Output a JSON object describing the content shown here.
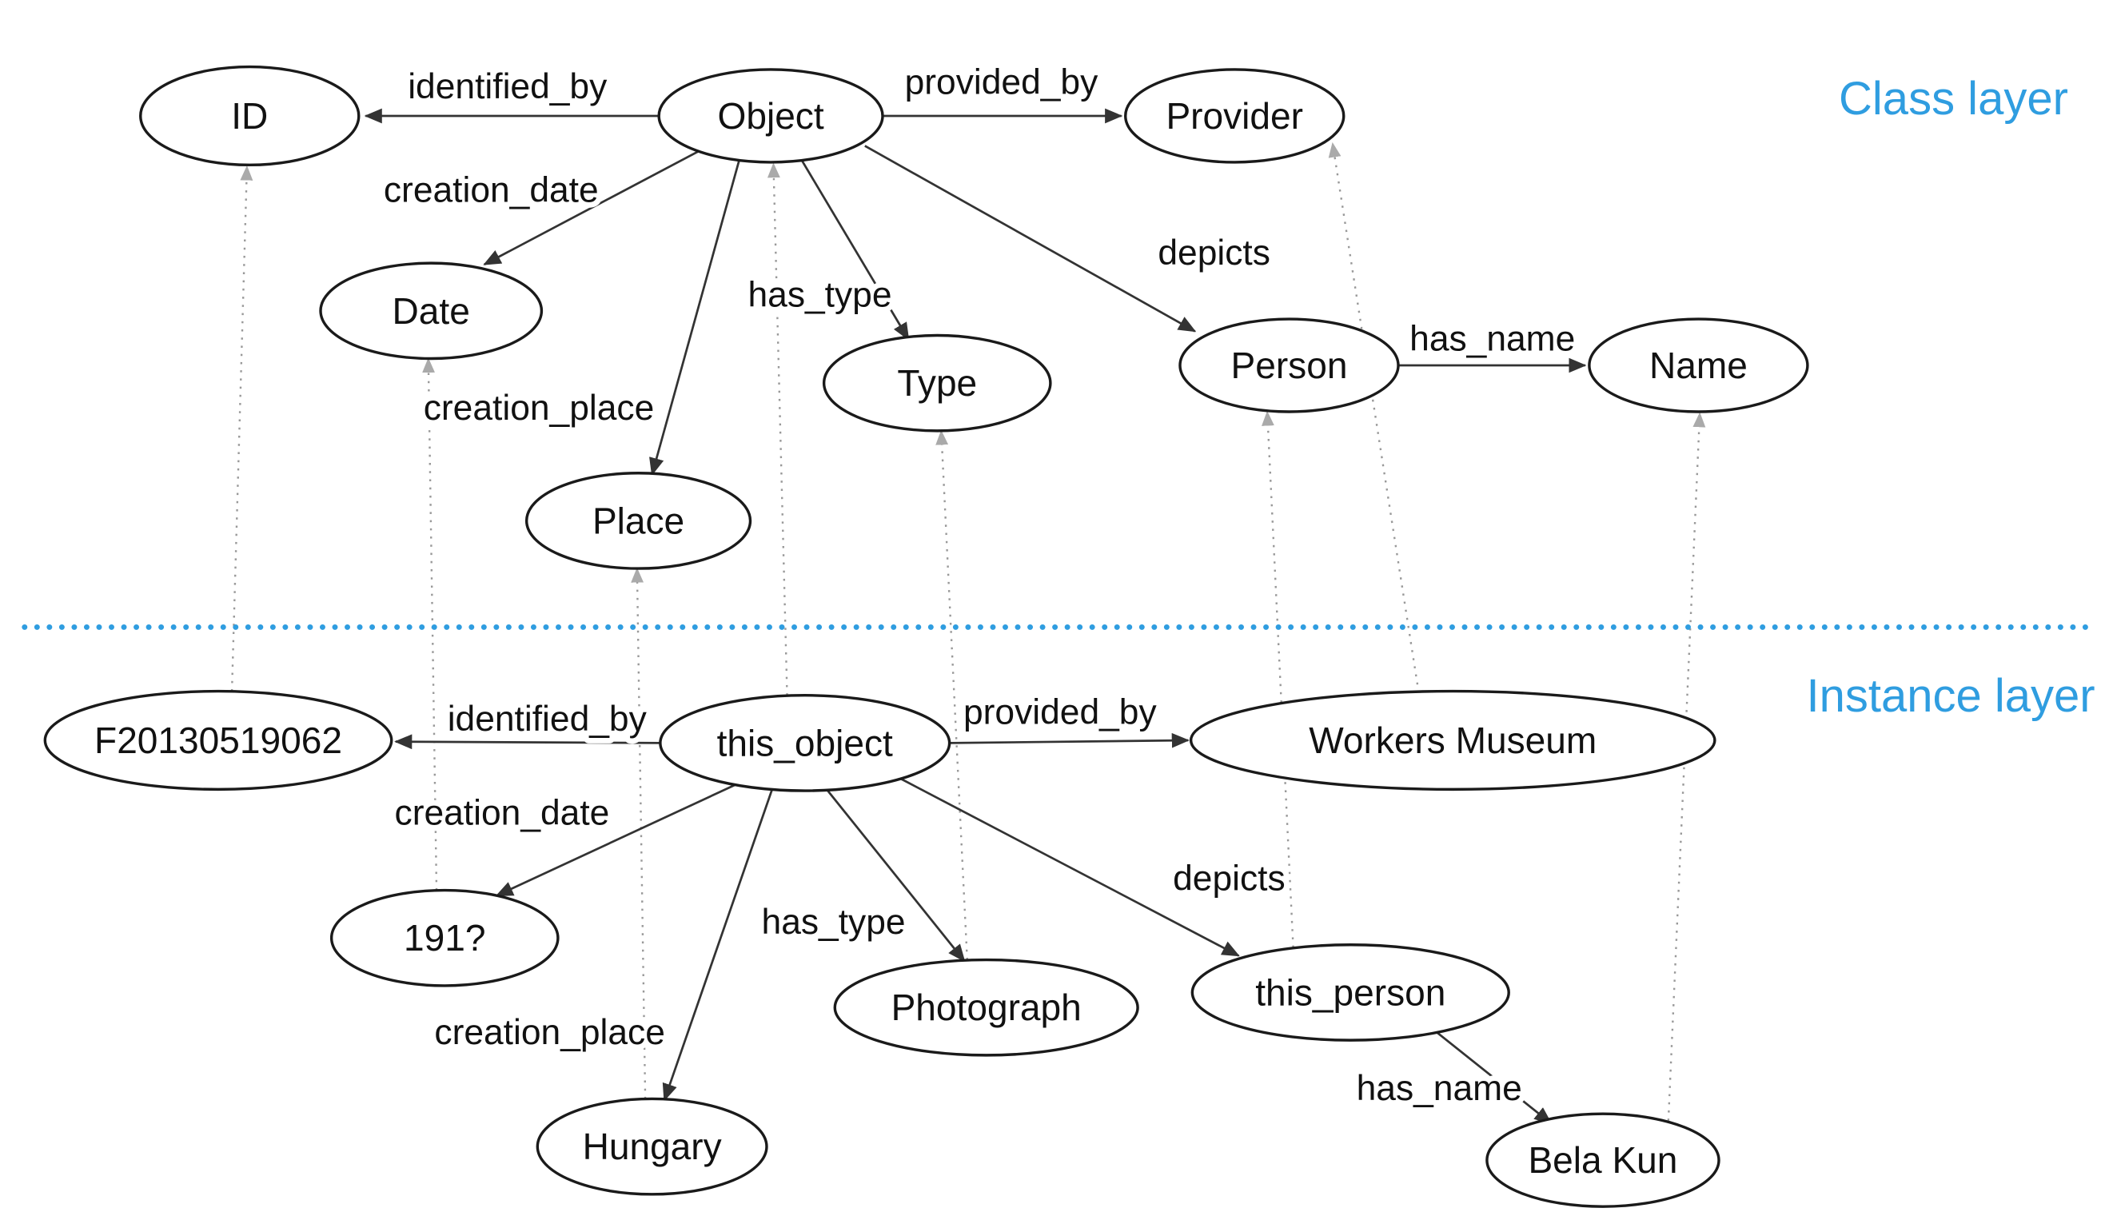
{
  "colors": {
    "accent_blue": "#2f9de0",
    "edge_black": "#333333",
    "instance_of_gray": "#999999"
  },
  "class_layer": {
    "label": "Class layer",
    "nodes": {
      "id": "ID",
      "object": "Object",
      "provider": "Provider",
      "date": "Date",
      "type": "Type",
      "person": "Person",
      "name": "Name",
      "place": "Place"
    }
  },
  "instance_layer": {
    "label": "Instance layer",
    "nodes": {
      "id": "F20130519062",
      "object": "this_object",
      "provider": "Workers Museum",
      "date": "191?",
      "type": "Photograph",
      "person": "this_person",
      "name": "Bela Kun",
      "place": "Hungary"
    }
  },
  "edge_labels": {
    "identified_by": "identified_by",
    "provided_by": "provided_by",
    "creation_date": "creation_date",
    "creation_place": "creation_place",
    "has_type": "has_type",
    "depicts": "depicts",
    "has_name": "has_name"
  }
}
